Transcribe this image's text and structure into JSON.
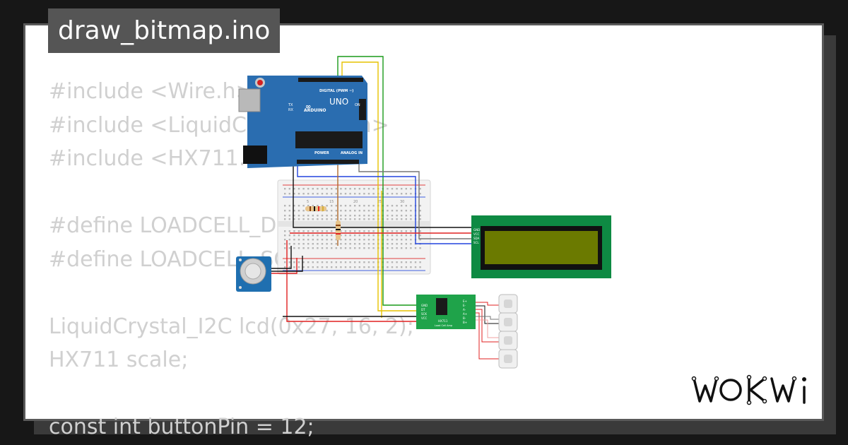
{
  "project": {
    "filename": "draw_bitmap.ino",
    "brand": "WOKWi"
  },
  "code_lines": [
    "#include <Wire.h>",
    "#include <LiquidCrystal_I2C.h>",
    "#include <HX711.h>",
    "",
    "#define LOADCELL_DOUT_PIN 3",
    "#define LOADCELL_SCK_PIN 2",
    "",
    "LiquidCrystal_I2C lcd(0x27, 16, 2);",
    "HX711 scale;",
    "",
    "const int buttonPin = 12;"
  ],
  "circuit": {
    "arduino": {
      "model_label": "UNO",
      "brand_label": "ARDUINO",
      "digital_label": "DIGITAL (PWM ~)",
      "power_label": "POWER",
      "analog_label": "ANALOG IN",
      "on_label": "ON",
      "tx_label": "TX",
      "rx_label": "RX"
    },
    "breadboard": {
      "column_labels": [
        "5",
        "15",
        "20",
        "25",
        "30"
      ]
    },
    "lcd": {
      "pins": [
        "GND",
        "VCC",
        "SDA",
        "SCL"
      ],
      "screen_color": "#6b7a00"
    },
    "hx711": {
      "pins_left": [
        "GND",
        "DT",
        "SCK",
        "VCC"
      ],
      "pins_right": [
        "E+",
        "E-",
        "A-",
        "A+",
        "B-",
        "B+"
      ],
      "label": "HX711",
      "sublabel": "Load Cell Amp"
    },
    "colors": {
      "arduino_board": "#2a6db0",
      "hx711_board": "#1fa34a",
      "lcd_board": "#0e8a43",
      "sensor_board": "#1f6fb0"
    }
  }
}
